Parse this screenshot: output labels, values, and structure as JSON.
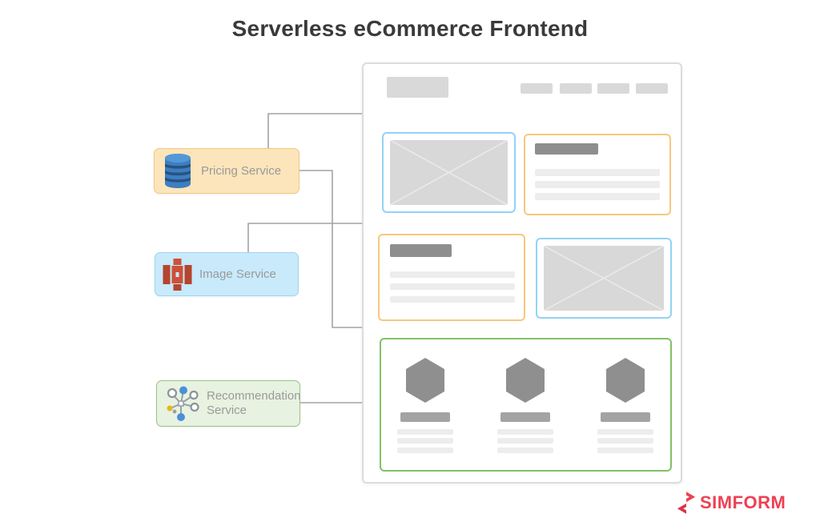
{
  "title": "Serverless eCommerce Frontend",
  "services": [
    {
      "label": "Pricing Service",
      "icon": "dynamodb-database-icon",
      "fill": "#FCE5BA",
      "border": "#F0C884"
    },
    {
      "label": "Image Service",
      "icon": "media-cube-icon",
      "fill": "#C8EAFB",
      "border": "#9BD5F3"
    },
    {
      "label": "Recommendation Service",
      "icon": "network-graph-icon",
      "fill": "#E7F2E0",
      "border": "#97C588"
    }
  ],
  "wireframe": {
    "sections": [
      {
        "name": "site-logo-placeholder"
      },
      {
        "name": "nav-links-placeholder",
        "link_count": 4
      },
      {
        "name": "hero-image-placeholder",
        "accent": "#92D3F5"
      },
      {
        "name": "hero-text-placeholder",
        "accent": "#F6C87E"
      },
      {
        "name": "detail-text-placeholder",
        "accent": "#F6C87E"
      },
      {
        "name": "detail-image-placeholder",
        "accent": "#92D3F5"
      },
      {
        "name": "product-grid-placeholder",
        "accent": "#82C167",
        "product_count": 3
      }
    ]
  },
  "connections": [
    {
      "from": "Pricing Service",
      "to": "hero-text-placeholder"
    },
    {
      "from": "Pricing Service",
      "to": "detail-text-placeholder"
    },
    {
      "from": "Image Service",
      "to": "hero-image-placeholder"
    },
    {
      "from": "Image Service",
      "to": "detail-image-placeholder"
    },
    {
      "from": "Recommendation Service",
      "to": "product-grid-placeholder"
    }
  ],
  "branding": {
    "logo_text": "SIMFORM",
    "color": "#EE4053"
  }
}
